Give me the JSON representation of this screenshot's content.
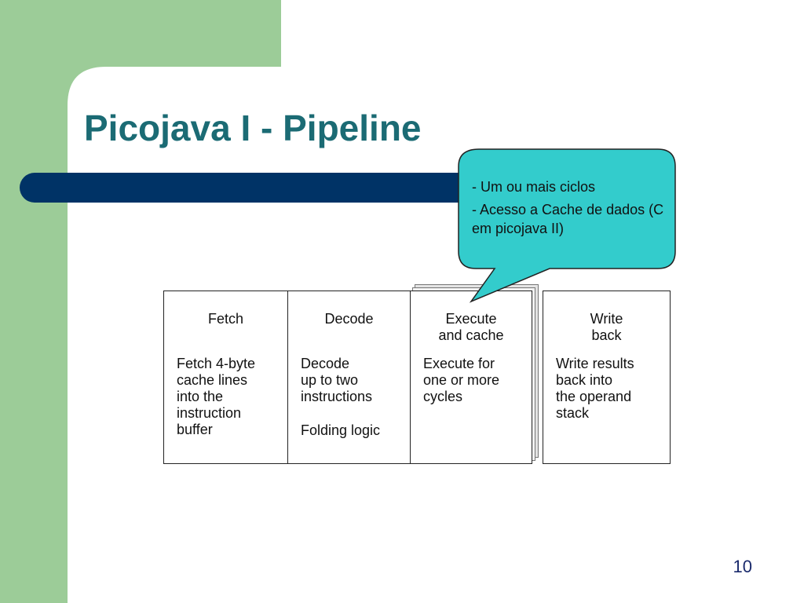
{
  "slide": {
    "title": "Picojava I - Pipeline",
    "page_number": "10"
  },
  "callout": {
    "lines": [
      "- Um ou mais ciclos",
      "- Acesso a Cache de dados (C em picojava II)"
    ]
  },
  "pipeline": {
    "stages": [
      {
        "name": "Fetch",
        "description": "Fetch 4-byte\ncache lines\ninto the\ninstruction\nbuffer"
      },
      {
        "name": "Decode",
        "description": "Decode\nup to two\ninstructions",
        "extra": "Folding logic"
      },
      {
        "name": "Execute\nand cache",
        "description": "Execute for\none or more\ncycles"
      },
      {
        "name": "Write\nback",
        "description": "Write results\nback into\nthe operand\nstack"
      }
    ]
  },
  "colors": {
    "sidebar_green": "#9ccc98",
    "title_teal": "#1b6b74",
    "bar_navy": "#003366",
    "callout_fill": "#33cccc"
  }
}
